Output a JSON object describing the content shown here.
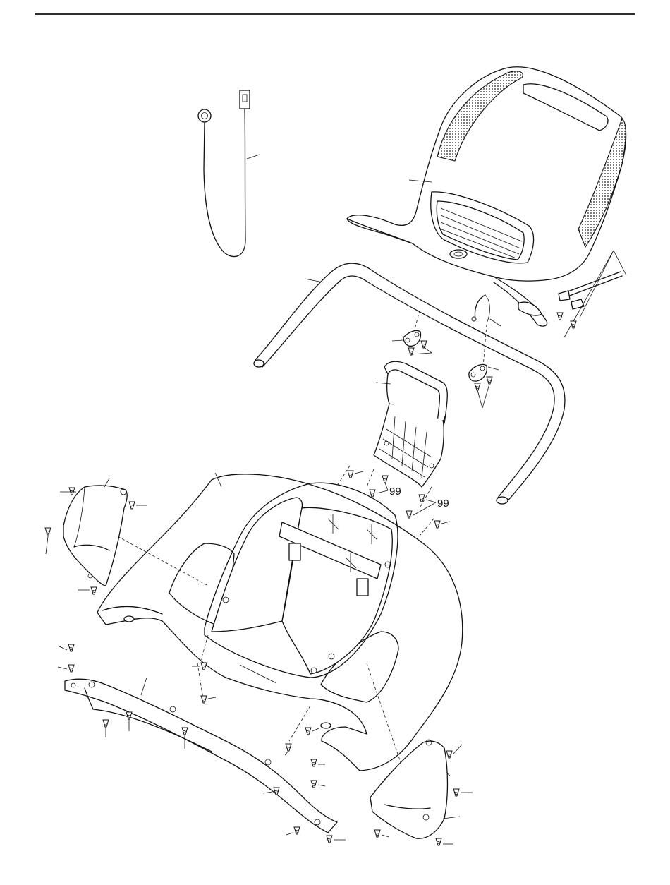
{
  "callouts": [
    {
      "id": "callout-99-a",
      "label": "99"
    },
    {
      "id": "callout-99-b",
      "label": "99"
    }
  ]
}
